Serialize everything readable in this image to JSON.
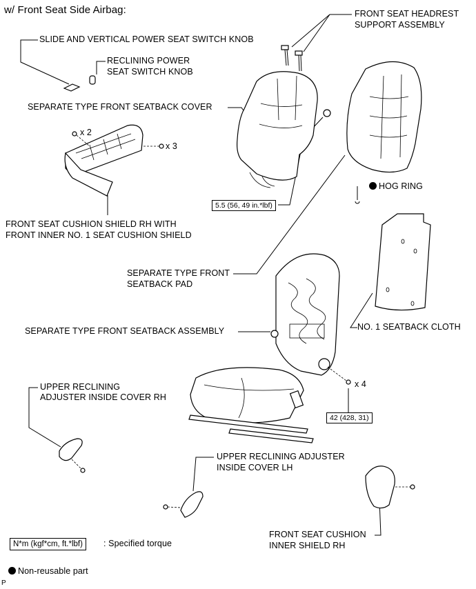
{
  "title": "w/ Front Seat Side Airbag:",
  "labels": {
    "headrest_support": [
      "FRONT SEAT HEADREST",
      "SUPPORT ASSEMBLY"
    ],
    "slide_knob": "SLIDE AND VERTICAL POWER SEAT SWITCH KNOB",
    "reclining_knob": [
      "RECLINING POWER",
      "SEAT SWITCH KNOB"
    ],
    "seatback_cover": "SEPARATE TYPE FRONT SEATBACK COVER",
    "hog_ring": "HOG RING",
    "cushion_shield": [
      "FRONT SEAT CUSHION SHIELD RH WITH",
      "FRONT INNER NO. 1 SEAT CUSHION SHIELD"
    ],
    "seatback_pad": [
      "SEPARATE TYPE FRONT",
      "SEATBACK PAD"
    ],
    "seatback_assembly": "SEPARATE TYPE FRONT SEATBACK ASSEMBLY",
    "seatback_cloth": "NO. 1 SEATBACK CLOTH",
    "upper_adjuster_rh": [
      "UPPER RECLINING",
      "ADJUSTER INSIDE COVER RH"
    ],
    "upper_adjuster_lh": [
      "UPPER RECLINING ADJUSTER",
      "INSIDE COVER LH"
    ],
    "inner_shield": [
      "FRONT SEAT CUSHION",
      "INNER SHIELD RH"
    ]
  },
  "quantities": {
    "x2": "x 2",
    "x3": "x 3",
    "x4": "x 4"
  },
  "torques": {
    "cover": "5.5 (56, 49 in.*lbf)",
    "assembly": "42 (428, 31)"
  },
  "legend": {
    "torque_unit": "N*m (kgf*cm, ft.*lbf)",
    "torque_text": ": Specified torque",
    "non_reusable": "Non-reusable part"
  },
  "corner_mark": "P"
}
